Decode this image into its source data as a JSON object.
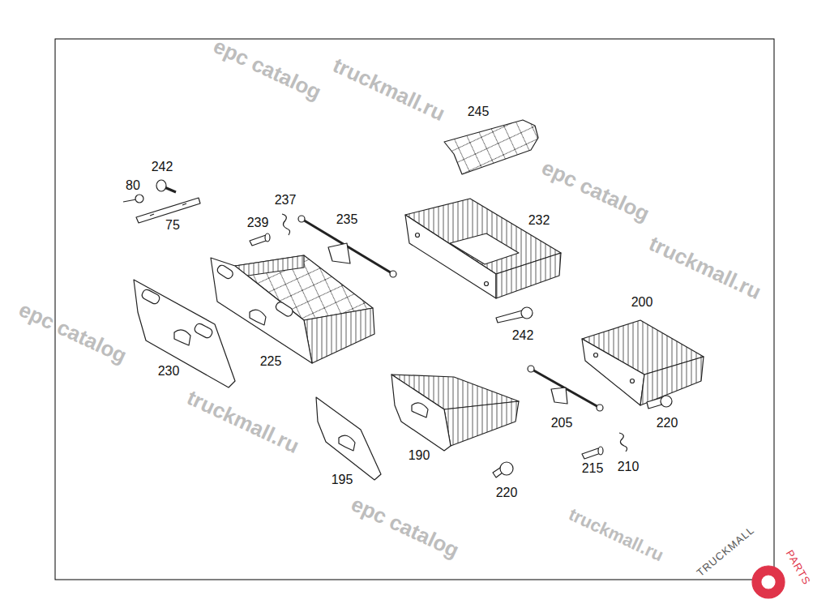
{
  "diagram": {
    "labels": [
      "epc catalog",
      "truckmall.ru",
      "245",
      "242",
      "80",
      "237",
      "epc catalog",
      "235",
      "232",
      "239",
      "75",
      "truckmall.ru",
      "200",
      "epc catalog",
      "242",
      "225",
      "230",
      "truckmall.ru",
      "205",
      "220",
      "190",
      "210",
      "215",
      "195",
      "220",
      "epc catalog",
      "truckmall.ru",
      "TRUCKMALL",
      "PARTS"
    ]
  }
}
